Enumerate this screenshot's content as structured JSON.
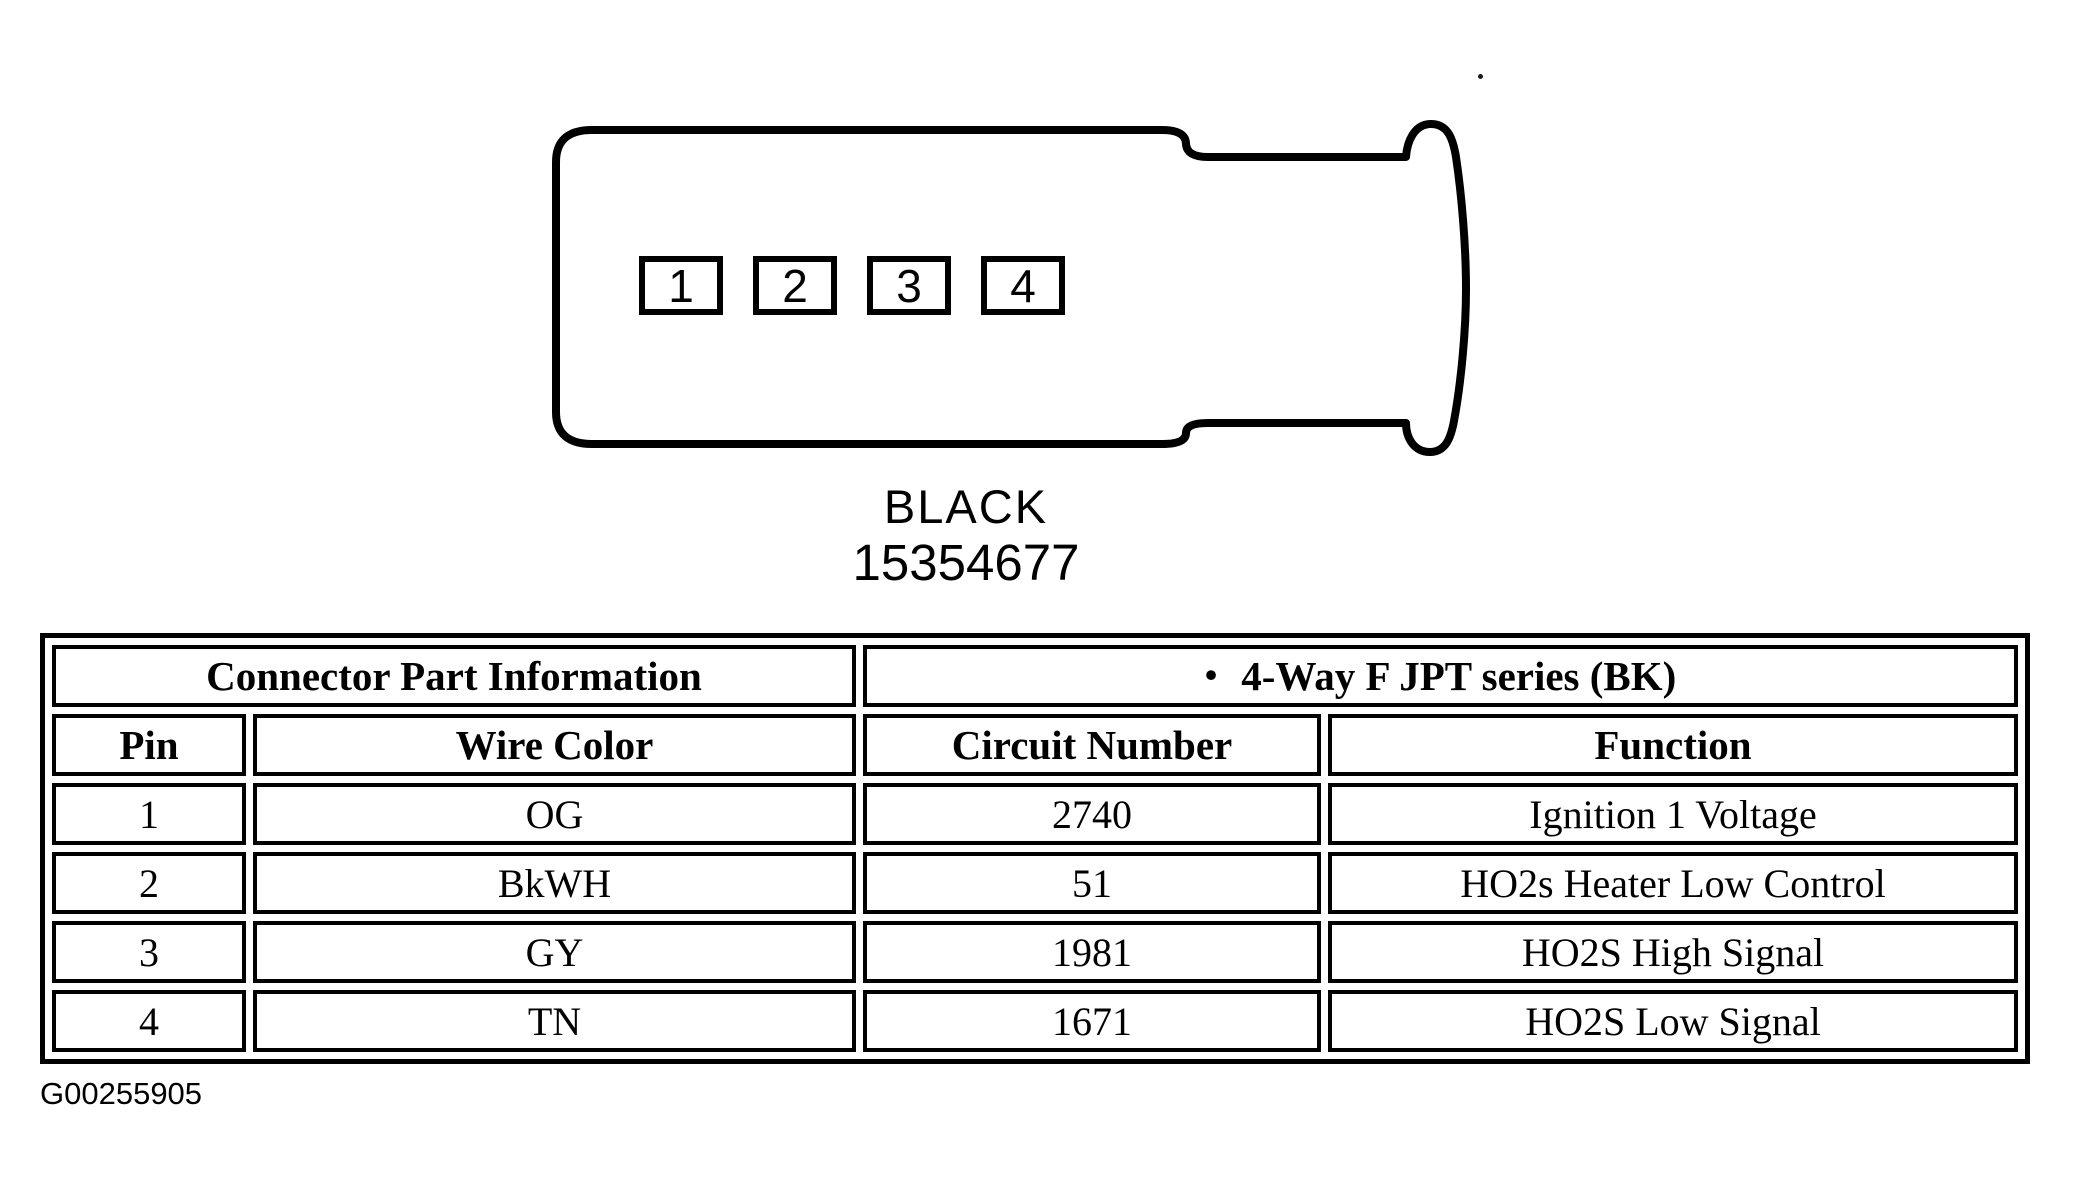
{
  "connector": {
    "pins": [
      "1",
      "2",
      "3",
      "4"
    ],
    "color_label": "BLACK",
    "part_number": "15354677"
  },
  "table": {
    "part_info_header": "Connector Part Information",
    "series_bullet": "•",
    "series_header": "4-Way F JPT series (BK)",
    "columns": [
      "Pin",
      "Wire Color",
      "Circuit Number",
      "Function"
    ],
    "rows": [
      {
        "pin": "1",
        "wire_color": "OG",
        "circuit": "2740",
        "function": "Ignition 1 Voltage"
      },
      {
        "pin": "2",
        "wire_color": "BkWH",
        "circuit": "51",
        "function": "HO2s Heater Low Control"
      },
      {
        "pin": "3",
        "wire_color": "GY",
        "circuit": "1981",
        "function": "HO2S High Signal"
      },
      {
        "pin": "4",
        "wire_color": "TN",
        "circuit": "1671",
        "function": "HO2S Low Signal"
      }
    ]
  },
  "figure_id": "G00255905",
  "colors": {
    "ink": "#000000",
    "background": "#ffffff"
  }
}
